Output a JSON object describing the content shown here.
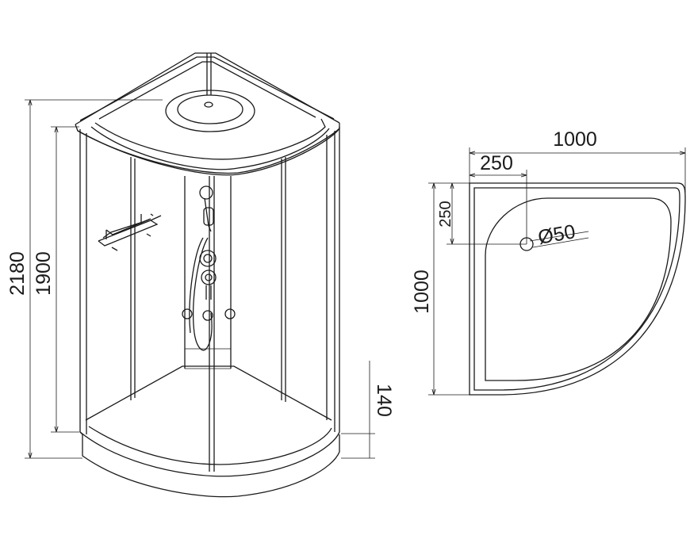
{
  "perspective_view": {
    "dim_total_height": "2180",
    "dim_glass_height": "1900",
    "dim_tray_height": "140"
  },
  "plan_view": {
    "dim_width": "1000",
    "dim_depth": "1000",
    "dim_drain_offset_x": "250",
    "dim_drain_offset_y": "250",
    "dim_drain_diameter": "Ø50"
  }
}
